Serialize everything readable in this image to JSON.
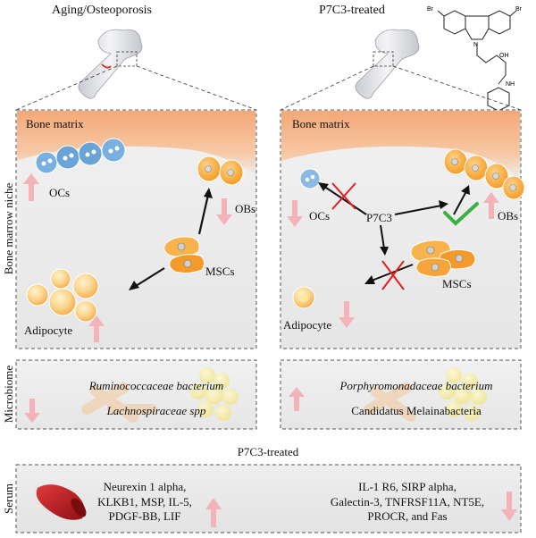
{
  "header": {
    "left_title": "Aging/Osteoporosis",
    "right_title": "P7C3-treated"
  },
  "molecule": {
    "atoms": [
      "Br",
      "Br",
      "N",
      "OH",
      "NH"
    ]
  },
  "side_labels": {
    "niche": "Bone marrow niche",
    "microbiome": "Microbiome",
    "serum": "Serum"
  },
  "left_panel": {
    "bone_matrix": "Bone matrix",
    "ocs": "OCs",
    "obs": "OBs",
    "mscs": "MSCs",
    "adipocyte": "Adipocyte"
  },
  "right_panel": {
    "bone_matrix": "Bone matrix",
    "ocs": "OCs",
    "obs": "OBs",
    "p7c3": "P7C3",
    "mscs": "MSCs",
    "adipocyte": "Adipocyte"
  },
  "microbiome": {
    "left_line1": "Ruminococcaceae bacterium",
    "left_line2": "Lachnospiraceae spp",
    "right_line1": "Porphyromonadaceae bacterium",
    "right_line2": "Candidatus Melainabacteria"
  },
  "serum": {
    "title": "P7C3-treated",
    "up_lines": [
      "Neurexin 1 alpha,",
      "KLKB1, MSP, IL-5,",
      "PDGF-BB, LIF"
    ],
    "down_lines": [
      "IL-1 R6, SIRP alpha,",
      "Galectin-3, TNFRSF11A, NT5E,",
      "PROCR, and Fas"
    ]
  },
  "colors": {
    "up_arrow": "#f3b3b8",
    "down_arrow": "#f3b3b8",
    "bone_matrix": "#f0a070",
    "osteoclast": "#6fa9d8",
    "osteoblast": "#f5a623",
    "check": "#3cb043",
    "cross": "#e02020"
  }
}
